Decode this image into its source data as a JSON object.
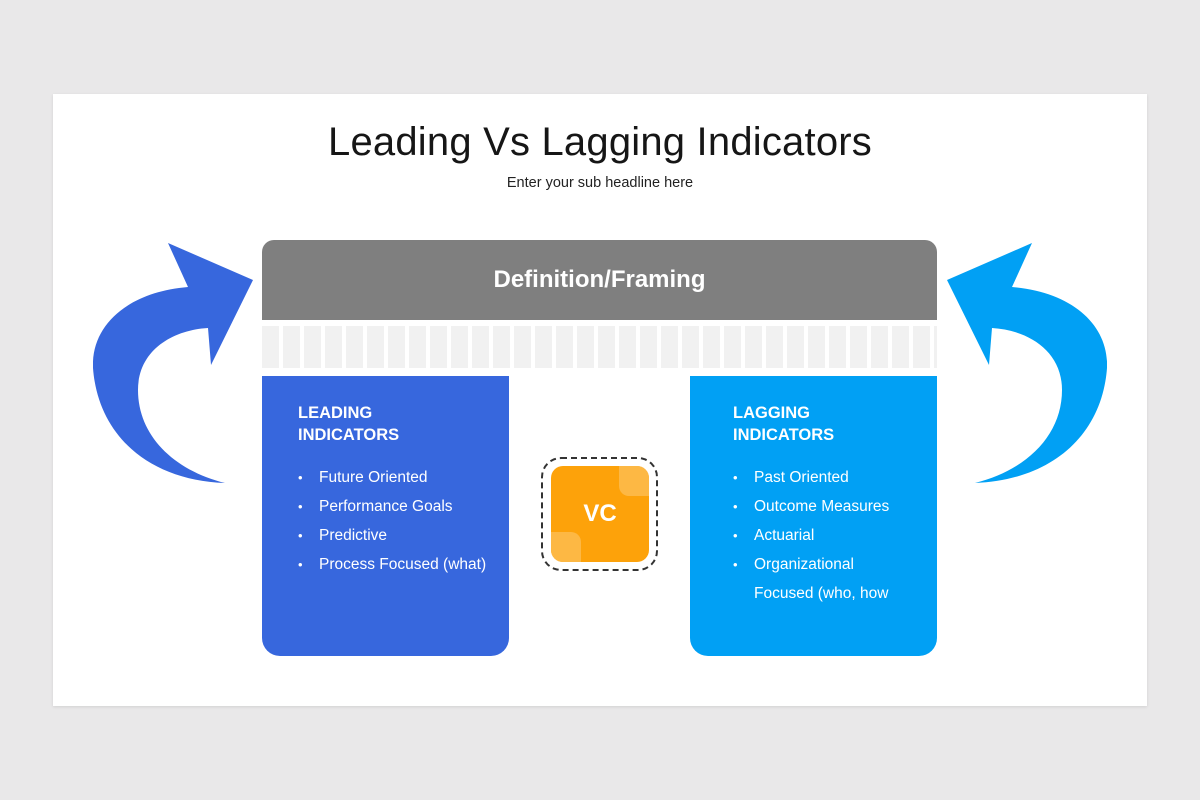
{
  "slide": {
    "title": "Leading Vs Lagging Indicators",
    "subtitle": "Enter your sub headline here"
  },
  "header": {
    "label": "Definition/Framing"
  },
  "leading": {
    "heading": "LEADING\nINDICATORS",
    "items": [
      "Future Oriented",
      "Performance Goals",
      "Predictive",
      "Process Focused (what)"
    ]
  },
  "lagging": {
    "heading": "LAGGING\nINDICATORS",
    "items": [
      "Past Oriented",
      "Outcome Measures",
      "Actuarial",
      "Organizational Focused (who, how"
    ]
  },
  "center": {
    "label": "VC"
  },
  "colors": {
    "leading": "#3767dd",
    "lagging": "#01a0f4",
    "header": "#7f7f7f",
    "center": "#fda20a",
    "background": "#e9e8e9"
  },
  "icons": {
    "left": "curved-arrow-up-right-icon",
    "right": "curved-arrow-up-left-icon"
  }
}
